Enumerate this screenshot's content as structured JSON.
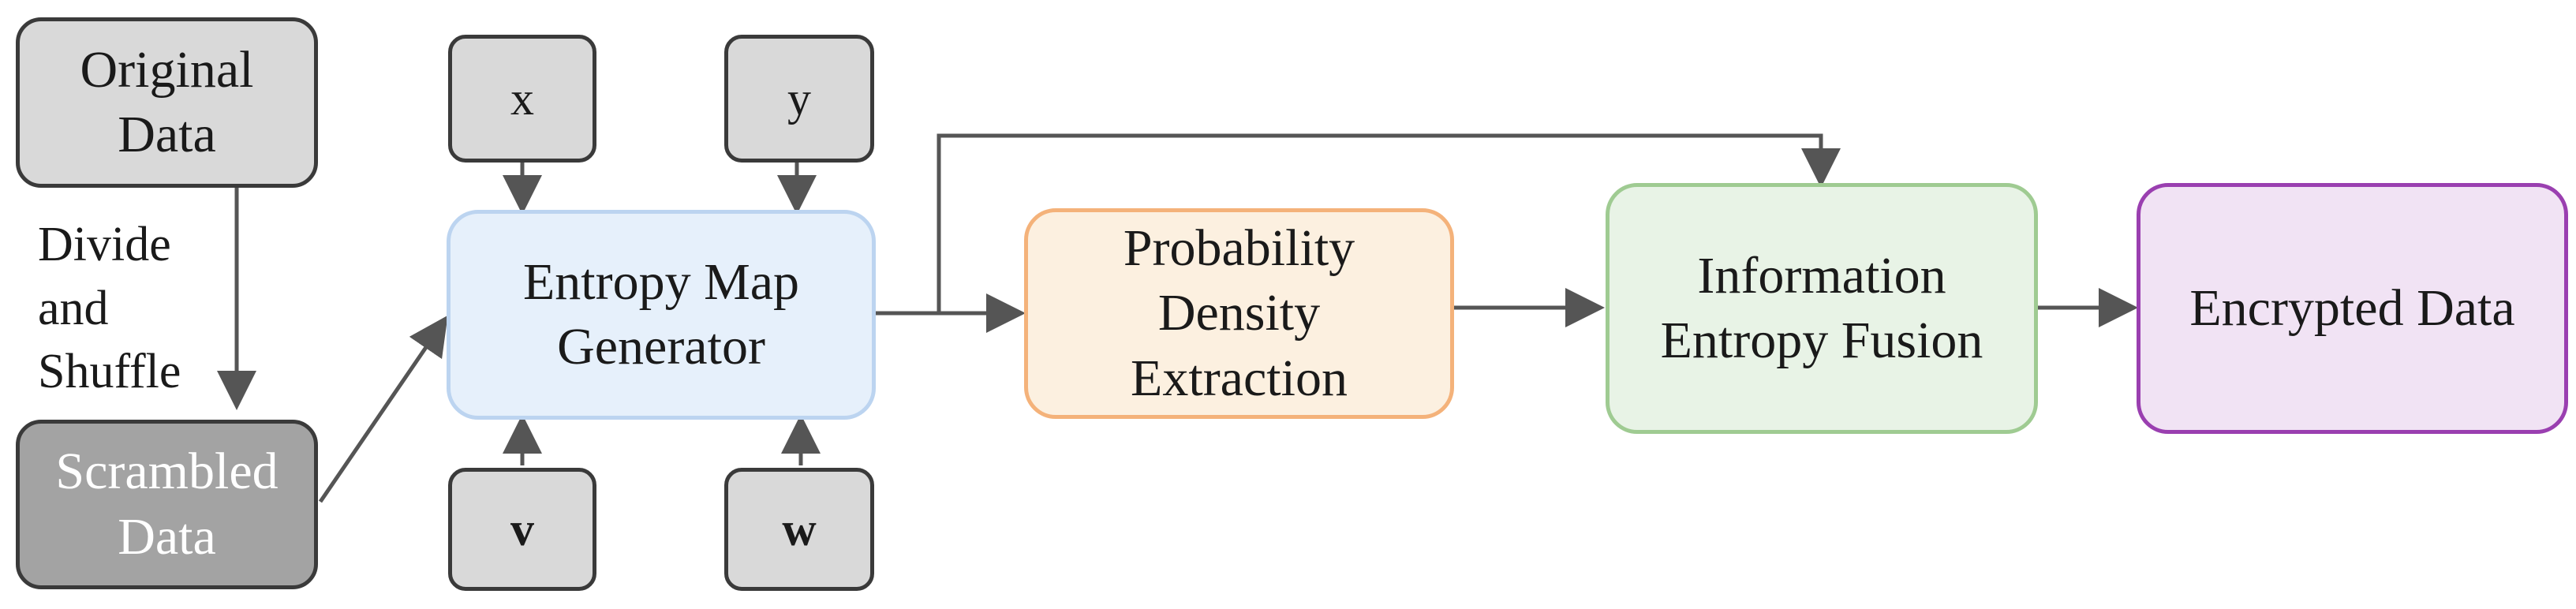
{
  "nodes": {
    "original_data": "Original Data",
    "scrambled_data": "Scrambled Data",
    "x": "x",
    "y": "y",
    "v": "v",
    "w": "w",
    "entropy_map_generator": "Entropy Map Generator",
    "probability_density_extraction": "Probability Density Extraction",
    "information_entropy_fusion": "Information Entropy Fusion",
    "encrypted_data": "Encrypted Data"
  },
  "labels": {
    "divide_shuffle": "Divide and Shuffle"
  },
  "colors": {
    "arrow": "#555555",
    "data_box_fill": "#d9d9d9",
    "scrambled_box_fill": "#a3a3a3",
    "generator_fill": "#e6f0fb",
    "extraction_fill": "#fcf0e0",
    "fusion_fill": "#e8f3e6",
    "encrypted_fill": "#f1e3f4"
  }
}
